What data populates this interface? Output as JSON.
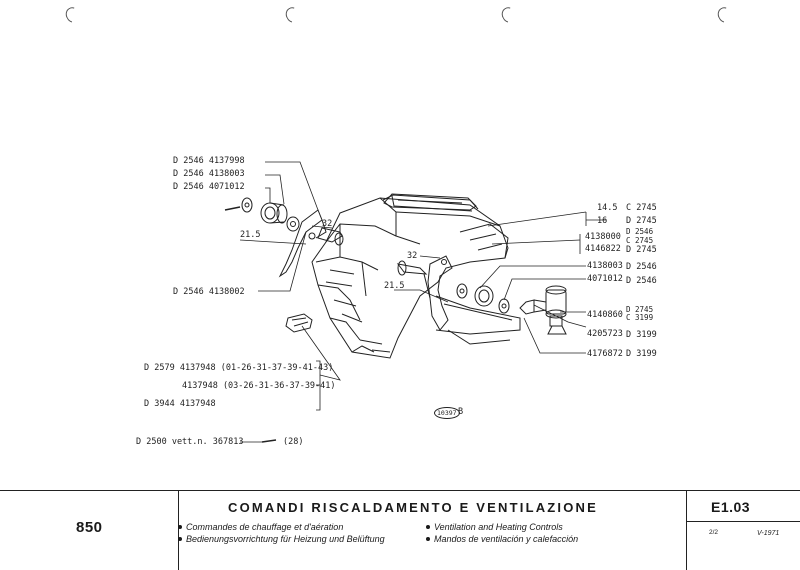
{
  "labels": {
    "l1": "D 2546  4137998",
    "l2": "D 2546  4138003",
    "l3": "D 2546  4071012",
    "l4": "21.5",
    "l5": "32",
    "l6": "D 2546  4138002",
    "l7": "D 2579  4137948 (01-26-31-37-39-41-43)",
    "l8": "4137948 (03-26-31-36-37-39-41)",
    "l9": "D 3944  4137948",
    "l10": "D 2500  vett.n. 367813",
    "l11": "(28)",
    "r1a": "14.5",
    "r1b": "C 2745",
    "r2a": "16",
    "r2b": "D 2745",
    "r3a": "4138000",
    "r3b": "D 2546",
    "r3c": "C 2745",
    "r4a": "4146822",
    "r4b": "D 2745",
    "r5a": "4138003",
    "r5b": "D 2546",
    "r6a": "4071012",
    "r6b": "D 2546",
    "r7a": "4140860",
    "r7b": "D 2745",
    "r7c": "C 3199",
    "r8a": "4205723",
    "r8b": "D 3199",
    "r9a": "4176872",
    "r9b": "D 3199",
    "c32": "32",
    "c215": "21.5",
    "fig": "10397",
    "fig_b": "B"
  },
  "footer": {
    "model": "850",
    "title": "COMANDI RISCALDAMENTO E VENTILAZIONE",
    "fr": "Commandes de chauffage et d'aération",
    "de": "Bedienungsvorrichtung für Heizung und Belüftung",
    "en": "Ventilation and Heating Controls",
    "es": "Mandos de ventilación y calefacción",
    "code": "E1.03",
    "sheet": "2/2",
    "date": "V-1971"
  }
}
